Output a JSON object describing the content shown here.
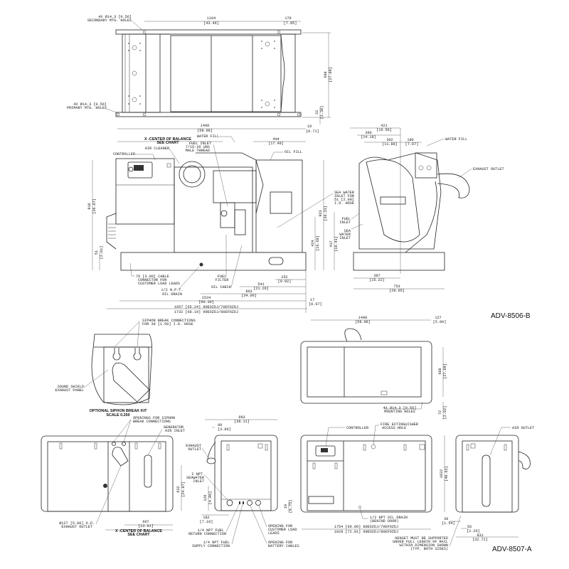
{
  "drawing_numbers": {
    "upper": "ADV-8506-B",
    "lower": "ADV-8507-A"
  },
  "top_view": {
    "secondary_holes": [
      "4X Ø14.3 [0.56]",
      "SECONDARY MTG. HOLES"
    ],
    "primary_holes": [
      "4X Ø14.3 [0.56]",
      "PRIMARY MTG. HOLES"
    ],
    "dim_width": [
      "1104",
      "[43.46]"
    ],
    "dim_offset": [
      "179",
      "[7.05]"
    ],
    "dim_length": [
      "1498",
      "[58.98]"
    ],
    "dim_end": [
      "18",
      "[0.71]"
    ],
    "dim_depth": [
      "688",
      "[27.09]"
    ],
    "dim_rail": [
      "33",
      "[1.30]"
    ]
  },
  "side_view": {
    "center_balance": [
      "X -CENTER OF BALANCE",
      "SEE CHART"
    ],
    "water_fill": "WATER FILL",
    "fuel_inlet": [
      "FUEL INLET",
      "7/16-20 UNS",
      "MALE THREAD"
    ],
    "air_cleaner": "AIR CLEANER",
    "controller": "CONTROLLER",
    "oil_fill": "OIL FILL",
    "sea_water_inlet": [
      "SEA WATER",
      "INLET FOR",
      "51 [2.00]",
      "I.D. HOSE"
    ],
    "cable_connector": [
      "76 [3.00] CABLE",
      "CONNECTOR FOR",
      "CUSTOMER LOAD LEADS"
    ],
    "oil_drain": [
      "1/2 N.P.T.",
      "OIL DRAIN"
    ],
    "fuel_filter": [
      "FUEL",
      "FILTER"
    ],
    "oil_check": "OIL CHECK",
    "dim_444": [
      "444",
      "[17.49]"
    ],
    "dim_916": [
      "916",
      "[36.07]"
    ],
    "dim_51": [
      "51",
      "[2.01]"
    ],
    "dim_923": [
      "923",
      "[36.33]"
    ],
    "dim_424": [
      "424",
      "[16.69]"
    ],
    "dim_252": [
      "252",
      "[9.92]"
    ],
    "dim_541": [
      "541",
      "[21.29]"
    ],
    "dim_863": [
      "863",
      "[34.00]"
    ],
    "dim_1534": [
      "1534",
      "[60.39]"
    ],
    "dim_17": [
      "17",
      "[0.67]"
    ],
    "dim_overall": [
      "1657 [65.24] 80EOZDJ/70EFOZDJ",
      "1732 [68.19] 99EOZDJ/80EFOZDJ"
    ]
  },
  "end_view": {
    "dim_421": [
      "421",
      "[16.58]"
    ],
    "dim_360": [
      "360",
      "[14.18]"
    ],
    "dim_302": [
      "302",
      "[11.88]"
    ],
    "dim_180": [
      "180",
      "[7.07]"
    ],
    "water_fill": "WATER FILL",
    "exhaust_outlet": "EXHAUST OUTLET",
    "fuel_inlet": [
      "FUEL",
      "INLET"
    ],
    "sea_water_inlet": [
      "SEA",
      "WATER",
      "INLET"
    ],
    "dim_417": [
      "417",
      "[16.41]"
    ],
    "dim_387": [
      "387",
      "[15.22]"
    ],
    "dim_753": [
      "753",
      "[29.65]"
    ]
  },
  "siphon_kit": {
    "connections": [
      "SIPHON BREAK CONNECTIONS",
      "FOR 38 [1.50] I.D. HOSE"
    ],
    "panel": [
      "SOUND SHIELD",
      "EXHAUST PANEL"
    ],
    "title": "OPTIONAL SIPHON BREAK KIT",
    "scale": "SCALE 0.250"
  },
  "enclosure_top": {
    "dim_1498": [
      "1498",
      "[58.98]"
    ],
    "dim_127": [
      "127",
      "[5.00]"
    ],
    "dim_688": [
      "688",
      "[27.09]"
    ],
    "dim_72": [
      "72",
      "[2.82]"
    ],
    "mounting_holes": [
      "4X Ø14.3 [0.56]",
      "MOUNTING HOLES"
    ]
  },
  "enclosure_left": {
    "siphon_openings": [
      "OPENINGS FOR SIPHON",
      "BREAK CONNECTIONS"
    ],
    "air_inlet": [
      "GENERATOR",
      "AIR INLET"
    ],
    "exhaust": [
      "Ø127 [5.00] O.D.",
      "EXHAUST OUTLET"
    ],
    "dim_632": [
      "632",
      "[24.87]"
    ],
    "dim_607": [
      "607",
      "[23.91]"
    ],
    "center_balance": [
      "X -CENTER OF BALANCE",
      "SEE CHART"
    ]
  },
  "enclosure_end": {
    "dim_993": [
      "993",
      "[39.11]"
    ],
    "dim_99": [
      "99",
      "[3.89]"
    ],
    "exhaust_outlet": [
      "EXHAUST",
      "OUTLET"
    ],
    "seawater_inlet": [
      "2 NPT",
      "SEAWATER",
      "INLET"
    ],
    "dim_126": [
      "126",
      "[4.96]"
    ],
    "dim_182": [
      "182",
      "[7.18]"
    ],
    "fuel_return": [
      "1/4 NPT FUEL",
      "RETURN CONNECTION"
    ],
    "fuel_supply": [
      "1/4 NPT FUEL",
      "SUPPLY CONNECTION"
    ],
    "load_leads": [
      "OPENING FOR",
      "CUSTOMER LOAD",
      "LEADS"
    ],
    "battery": [
      "OPENING FOR",
      "BATTERY CABLES"
    ],
    "dim_19": [
      "19",
      "[0.75]"
    ]
  },
  "enclosure_front": {
    "controller": "CONTROLLER",
    "fire_hole": [
      "FIRE EXTINGUISHER",
      "ACCESS HOLE"
    ],
    "oil_drain": [
      "1/2 NPT OIL DRAIN",
      "(BEHIND DOOR)"
    ],
    "dim_length": [
      "1754 [69.06] 80EOZDJ/70EFOZDJ",
      "1829 [72.01] 99EOZDJ/80EFOZDJ"
    ],
    "support_note": [
      "GENSET MUST BE SUPPORTED",
      "UNDER FULL LENGTH OF RAIL",
      "WITHIN DIMENSION SHOWN",
      "(TYP. BOTH SIDES)"
    ]
  },
  "enclosure_right": {
    "air_outlet": "AIR OUTLET",
    "dim_1032": [
      "1032",
      "[40.62]"
    ],
    "dim_39": [
      "39",
      "[1.54]"
    ],
    "dim_56": [
      "56",
      "[2.20]"
    ],
    "dim_831": [
      "831",
      "[32.72]"
    ]
  }
}
